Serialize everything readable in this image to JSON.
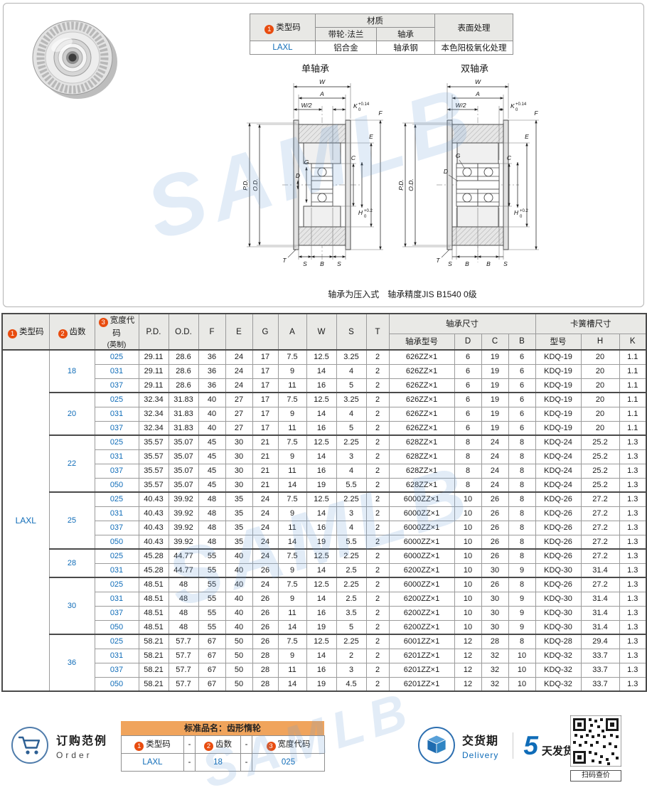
{
  "colors": {
    "accent_orange": "#e84c0f",
    "accent_blue": "#0f6cb8"
  },
  "watermark": "SAMLB",
  "material_table": {
    "num1": "1",
    "type_code_label": "类型码",
    "material_label": "材质",
    "pulley_flange_label": "带轮·法兰",
    "bearing_label": "轴承",
    "surface_label": "表面处理",
    "type_code": "LAXL",
    "pulley_material": "铝合金",
    "bearing_material": "轴承钢",
    "surface_treatment": "本色阳极氧化处理"
  },
  "diagrams": {
    "left_title": "单轴承",
    "right_title": "双轴承",
    "note": "轴承为压入式　轴承精度JIS B1540 0级",
    "labels": {
      "W": "W",
      "A": "A",
      "W2": "W/2",
      "K": "K",
      "K_sup": "+0.14",
      "K_sub": "0",
      "PD": "P.D.",
      "OD": "O.D.",
      "G": "G",
      "D": "D",
      "C": "C",
      "H": "H",
      "H_sup": "+0.2",
      "H_sub": "0",
      "E": "E",
      "F": "F",
      "S": "S",
      "B": "B",
      "T": "T"
    }
  },
  "spec_table": {
    "type_code": "LAXL",
    "headers": {
      "num1": "1",
      "num2": "2",
      "num3": "3",
      "type_code": "类型码",
      "teeth": "齿数",
      "width_code": "宽度代码",
      "width_code_sub": "(英制)",
      "pd": "P.D.",
      "od": "O.D.",
      "f": "F",
      "e": "E",
      "g": "G",
      "a": "A",
      "w": "W",
      "s": "S",
      "t": "T",
      "bearing_group": "轴承尺寸",
      "bearing_model": "轴承型号",
      "d": "D",
      "c": "C",
      "b": "B",
      "ring_group": "卡簧槽尺寸",
      "ring_model": "型号",
      "h": "H",
      "k": "K"
    },
    "groups": [
      {
        "teeth": "18",
        "rows": [
          {
            "width_code": "025",
            "pd": "29.11",
            "od": "28.6",
            "f": "36",
            "e": "24",
            "g": "17",
            "a": "7.5",
            "w": "12.5",
            "s": "3.25",
            "t": "2",
            "bearing": "626ZZ×1",
            "d": "6",
            "c": "19",
            "b": "6",
            "ring": "KDQ-19",
            "h": "20",
            "k": "1.1"
          },
          {
            "width_code": "031",
            "pd": "29.11",
            "od": "28.6",
            "f": "36",
            "e": "24",
            "g": "17",
            "a": "9",
            "w": "14",
            "s": "4",
            "t": "2",
            "bearing": "626ZZ×1",
            "d": "6",
            "c": "19",
            "b": "6",
            "ring": "KDQ-19",
            "h": "20",
            "k": "1.1"
          },
          {
            "width_code": "037",
            "pd": "29.11",
            "od": "28.6",
            "f": "36",
            "e": "24",
            "g": "17",
            "a": "11",
            "w": "16",
            "s": "5",
            "t": "2",
            "bearing": "626ZZ×1",
            "d": "6",
            "c": "19",
            "b": "6",
            "ring": "KDQ-19",
            "h": "20",
            "k": "1.1"
          }
        ]
      },
      {
        "teeth": "20",
        "rows": [
          {
            "width_code": "025",
            "pd": "32.34",
            "od": "31.83",
            "f": "40",
            "e": "27",
            "g": "17",
            "a": "7.5",
            "w": "12.5",
            "s": "3.25",
            "t": "2",
            "bearing": "626ZZ×1",
            "d": "6",
            "c": "19",
            "b": "6",
            "ring": "KDQ-19",
            "h": "20",
            "k": "1.1"
          },
          {
            "width_code": "031",
            "pd": "32.34",
            "od": "31.83",
            "f": "40",
            "e": "27",
            "g": "17",
            "a": "9",
            "w": "14",
            "s": "4",
            "t": "2",
            "bearing": "626ZZ×1",
            "d": "6",
            "c": "19",
            "b": "6",
            "ring": "KDQ-19",
            "h": "20",
            "k": "1.1"
          },
          {
            "width_code": "037",
            "pd": "32.34",
            "od": "31.83",
            "f": "40",
            "e": "27",
            "g": "17",
            "a": "11",
            "w": "16",
            "s": "5",
            "t": "2",
            "bearing": "626ZZ×1",
            "d": "6",
            "c": "19",
            "b": "6",
            "ring": "KDQ-19",
            "h": "20",
            "k": "1.1"
          }
        ]
      },
      {
        "teeth": "22",
        "rows": [
          {
            "width_code": "025",
            "pd": "35.57",
            "od": "35.07",
            "f": "45",
            "e": "30",
            "g": "21",
            "a": "7.5",
            "w": "12.5",
            "s": "2.25",
            "t": "2",
            "bearing": "628ZZ×1",
            "d": "8",
            "c": "24",
            "b": "8",
            "ring": "KDQ-24",
            "h": "25.2",
            "k": "1.3"
          },
          {
            "width_code": "031",
            "pd": "35.57",
            "od": "35.07",
            "f": "45",
            "e": "30",
            "g": "21",
            "a": "9",
            "w": "14",
            "s": "3",
            "t": "2",
            "bearing": "628ZZ×1",
            "d": "8",
            "c": "24",
            "b": "8",
            "ring": "KDQ-24",
            "h": "25.2",
            "k": "1.3"
          },
          {
            "width_code": "037",
            "pd": "35.57",
            "od": "35.07",
            "f": "45",
            "e": "30",
            "g": "21",
            "a": "11",
            "w": "16",
            "s": "4",
            "t": "2",
            "bearing": "628ZZ×1",
            "d": "8",
            "c": "24",
            "b": "8",
            "ring": "KDQ-24",
            "h": "25.2",
            "k": "1.3"
          },
          {
            "width_code": "050",
            "pd": "35.57",
            "od": "35.07",
            "f": "45",
            "e": "30",
            "g": "21",
            "a": "14",
            "w": "19",
            "s": "5.5",
            "t": "2",
            "bearing": "628ZZ×1",
            "d": "8",
            "c": "24",
            "b": "8",
            "ring": "KDQ-24",
            "h": "25.2",
            "k": "1.3"
          }
        ]
      },
      {
        "teeth": "25",
        "rows": [
          {
            "width_code": "025",
            "pd": "40.43",
            "od": "39.92",
            "f": "48",
            "e": "35",
            "g": "24",
            "a": "7.5",
            "w": "12.5",
            "s": "2.25",
            "t": "2",
            "bearing": "6000ZZ×1",
            "d": "10",
            "c": "26",
            "b": "8",
            "ring": "KDQ-26",
            "h": "27.2",
            "k": "1.3"
          },
          {
            "width_code": "031",
            "pd": "40.43",
            "od": "39.92",
            "f": "48",
            "e": "35",
            "g": "24",
            "a": "9",
            "w": "14",
            "s": "3",
            "t": "2",
            "bearing": "6000ZZ×1",
            "d": "10",
            "c": "26",
            "b": "8",
            "ring": "KDQ-26",
            "h": "27.2",
            "k": "1.3"
          },
          {
            "width_code": "037",
            "pd": "40.43",
            "od": "39.92",
            "f": "48",
            "e": "35",
            "g": "24",
            "a": "11",
            "w": "16",
            "s": "4",
            "t": "2",
            "bearing": "6000ZZ×1",
            "d": "10",
            "c": "26",
            "b": "8",
            "ring": "KDQ-26",
            "h": "27.2",
            "k": "1.3"
          },
          {
            "width_code": "050",
            "pd": "40.43",
            "od": "39.92",
            "f": "48",
            "e": "35",
            "g": "24",
            "a": "14",
            "w": "19",
            "s": "5.5",
            "t": "2",
            "bearing": "6000ZZ×1",
            "d": "10",
            "c": "26",
            "b": "8",
            "ring": "KDQ-26",
            "h": "27.2",
            "k": "1.3"
          }
        ]
      },
      {
        "teeth": "28",
        "rows": [
          {
            "width_code": "025",
            "pd": "45.28",
            "od": "44.77",
            "f": "55",
            "e": "40",
            "g": "24",
            "a": "7.5",
            "w": "12.5",
            "s": "2.25",
            "t": "2",
            "bearing": "6000ZZ×1",
            "d": "10",
            "c": "26",
            "b": "8",
            "ring": "KDQ-26",
            "h": "27.2",
            "k": "1.3"
          },
          {
            "width_code": "031",
            "pd": "45.28",
            "od": "44.77",
            "f": "55",
            "e": "40",
            "g": "26",
            "a": "9",
            "w": "14",
            "s": "2.5",
            "t": "2",
            "bearing": "6200ZZ×1",
            "d": "10",
            "c": "30",
            "b": "9",
            "ring": "KDQ-30",
            "h": "31.4",
            "k": "1.3"
          }
        ]
      },
      {
        "teeth": "30",
        "rows": [
          {
            "width_code": "025",
            "pd": "48.51",
            "od": "48",
            "f": "55",
            "e": "40",
            "g": "24",
            "a": "7.5",
            "w": "12.5",
            "s": "2.25",
            "t": "2",
            "bearing": "6000ZZ×1",
            "d": "10",
            "c": "26",
            "b": "8",
            "ring": "KDQ-26",
            "h": "27.2",
            "k": "1.3"
          },
          {
            "width_code": "031",
            "pd": "48.51",
            "od": "48",
            "f": "55",
            "e": "40",
            "g": "26",
            "a": "9",
            "w": "14",
            "s": "2.5",
            "t": "2",
            "bearing": "6200ZZ×1",
            "d": "10",
            "c": "30",
            "b": "9",
            "ring": "KDQ-30",
            "h": "31.4",
            "k": "1.3"
          },
          {
            "width_code": "037",
            "pd": "48.51",
            "od": "48",
            "f": "55",
            "e": "40",
            "g": "26",
            "a": "11",
            "w": "16",
            "s": "3.5",
            "t": "2",
            "bearing": "6200ZZ×1",
            "d": "10",
            "c": "30",
            "b": "9",
            "ring": "KDQ-30",
            "h": "31.4",
            "k": "1.3"
          },
          {
            "width_code": "050",
            "pd": "48.51",
            "od": "48",
            "f": "55",
            "e": "40",
            "g": "26",
            "a": "14",
            "w": "19",
            "s": "5",
            "t": "2",
            "bearing": "6200ZZ×1",
            "d": "10",
            "c": "30",
            "b": "9",
            "ring": "KDQ-30",
            "h": "31.4",
            "k": "1.3"
          }
        ]
      },
      {
        "teeth": "36",
        "rows": [
          {
            "width_code": "025",
            "pd": "58.21",
            "od": "57.7",
            "f": "67",
            "e": "50",
            "g": "26",
            "a": "7.5",
            "w": "12.5",
            "s": "2.25",
            "t": "2",
            "bearing": "6001ZZ×1",
            "d": "12",
            "c": "28",
            "b": "8",
            "ring": "KDQ-28",
            "h": "29.4",
            "k": "1.3"
          },
          {
            "width_code": "031",
            "pd": "58.21",
            "od": "57.7",
            "f": "67",
            "e": "50",
            "g": "28",
            "a": "9",
            "w": "14",
            "s": "2",
            "t": "2",
            "bearing": "6201ZZ×1",
            "d": "12",
            "c": "32",
            "b": "10",
            "ring": "KDQ-32",
            "h": "33.7",
            "k": "1.3"
          },
          {
            "width_code": "037",
            "pd": "58.21",
            "od": "57.7",
            "f": "67",
            "e": "50",
            "g": "28",
            "a": "11",
            "w": "16",
            "s": "3",
            "t": "2",
            "bearing": "6201ZZ×1",
            "d": "12",
            "c": "32",
            "b": "10",
            "ring": "KDQ-32",
            "h": "33.7",
            "k": "1.3"
          },
          {
            "width_code": "050",
            "pd": "58.21",
            "od": "57.7",
            "f": "67",
            "e": "50",
            "g": "28",
            "a": "14",
            "w": "19",
            "s": "4.5",
            "t": "2",
            "bearing": "6201ZZ×1",
            "d": "12",
            "c": "32",
            "b": "10",
            "ring": "KDQ-32",
            "h": "33.7",
            "k": "1.3"
          }
        ]
      }
    ]
  },
  "order_example": {
    "title_cn": "订购范例",
    "title_en": "Order"
  },
  "order_table": {
    "header": "标准品名：齿形惰轮",
    "num1": "1",
    "num2": "2",
    "num3": "3",
    "col1": "类型码",
    "col2": "齿数",
    "col3": "宽度代码",
    "sep": "-",
    "val1": "LAXL",
    "val2": "18",
    "val3": "025"
  },
  "delivery": {
    "title_cn": "交货期",
    "title_en": "Delivery",
    "days": "5",
    "unit": "天发货"
  },
  "qr": {
    "caption": "扫码查价"
  }
}
